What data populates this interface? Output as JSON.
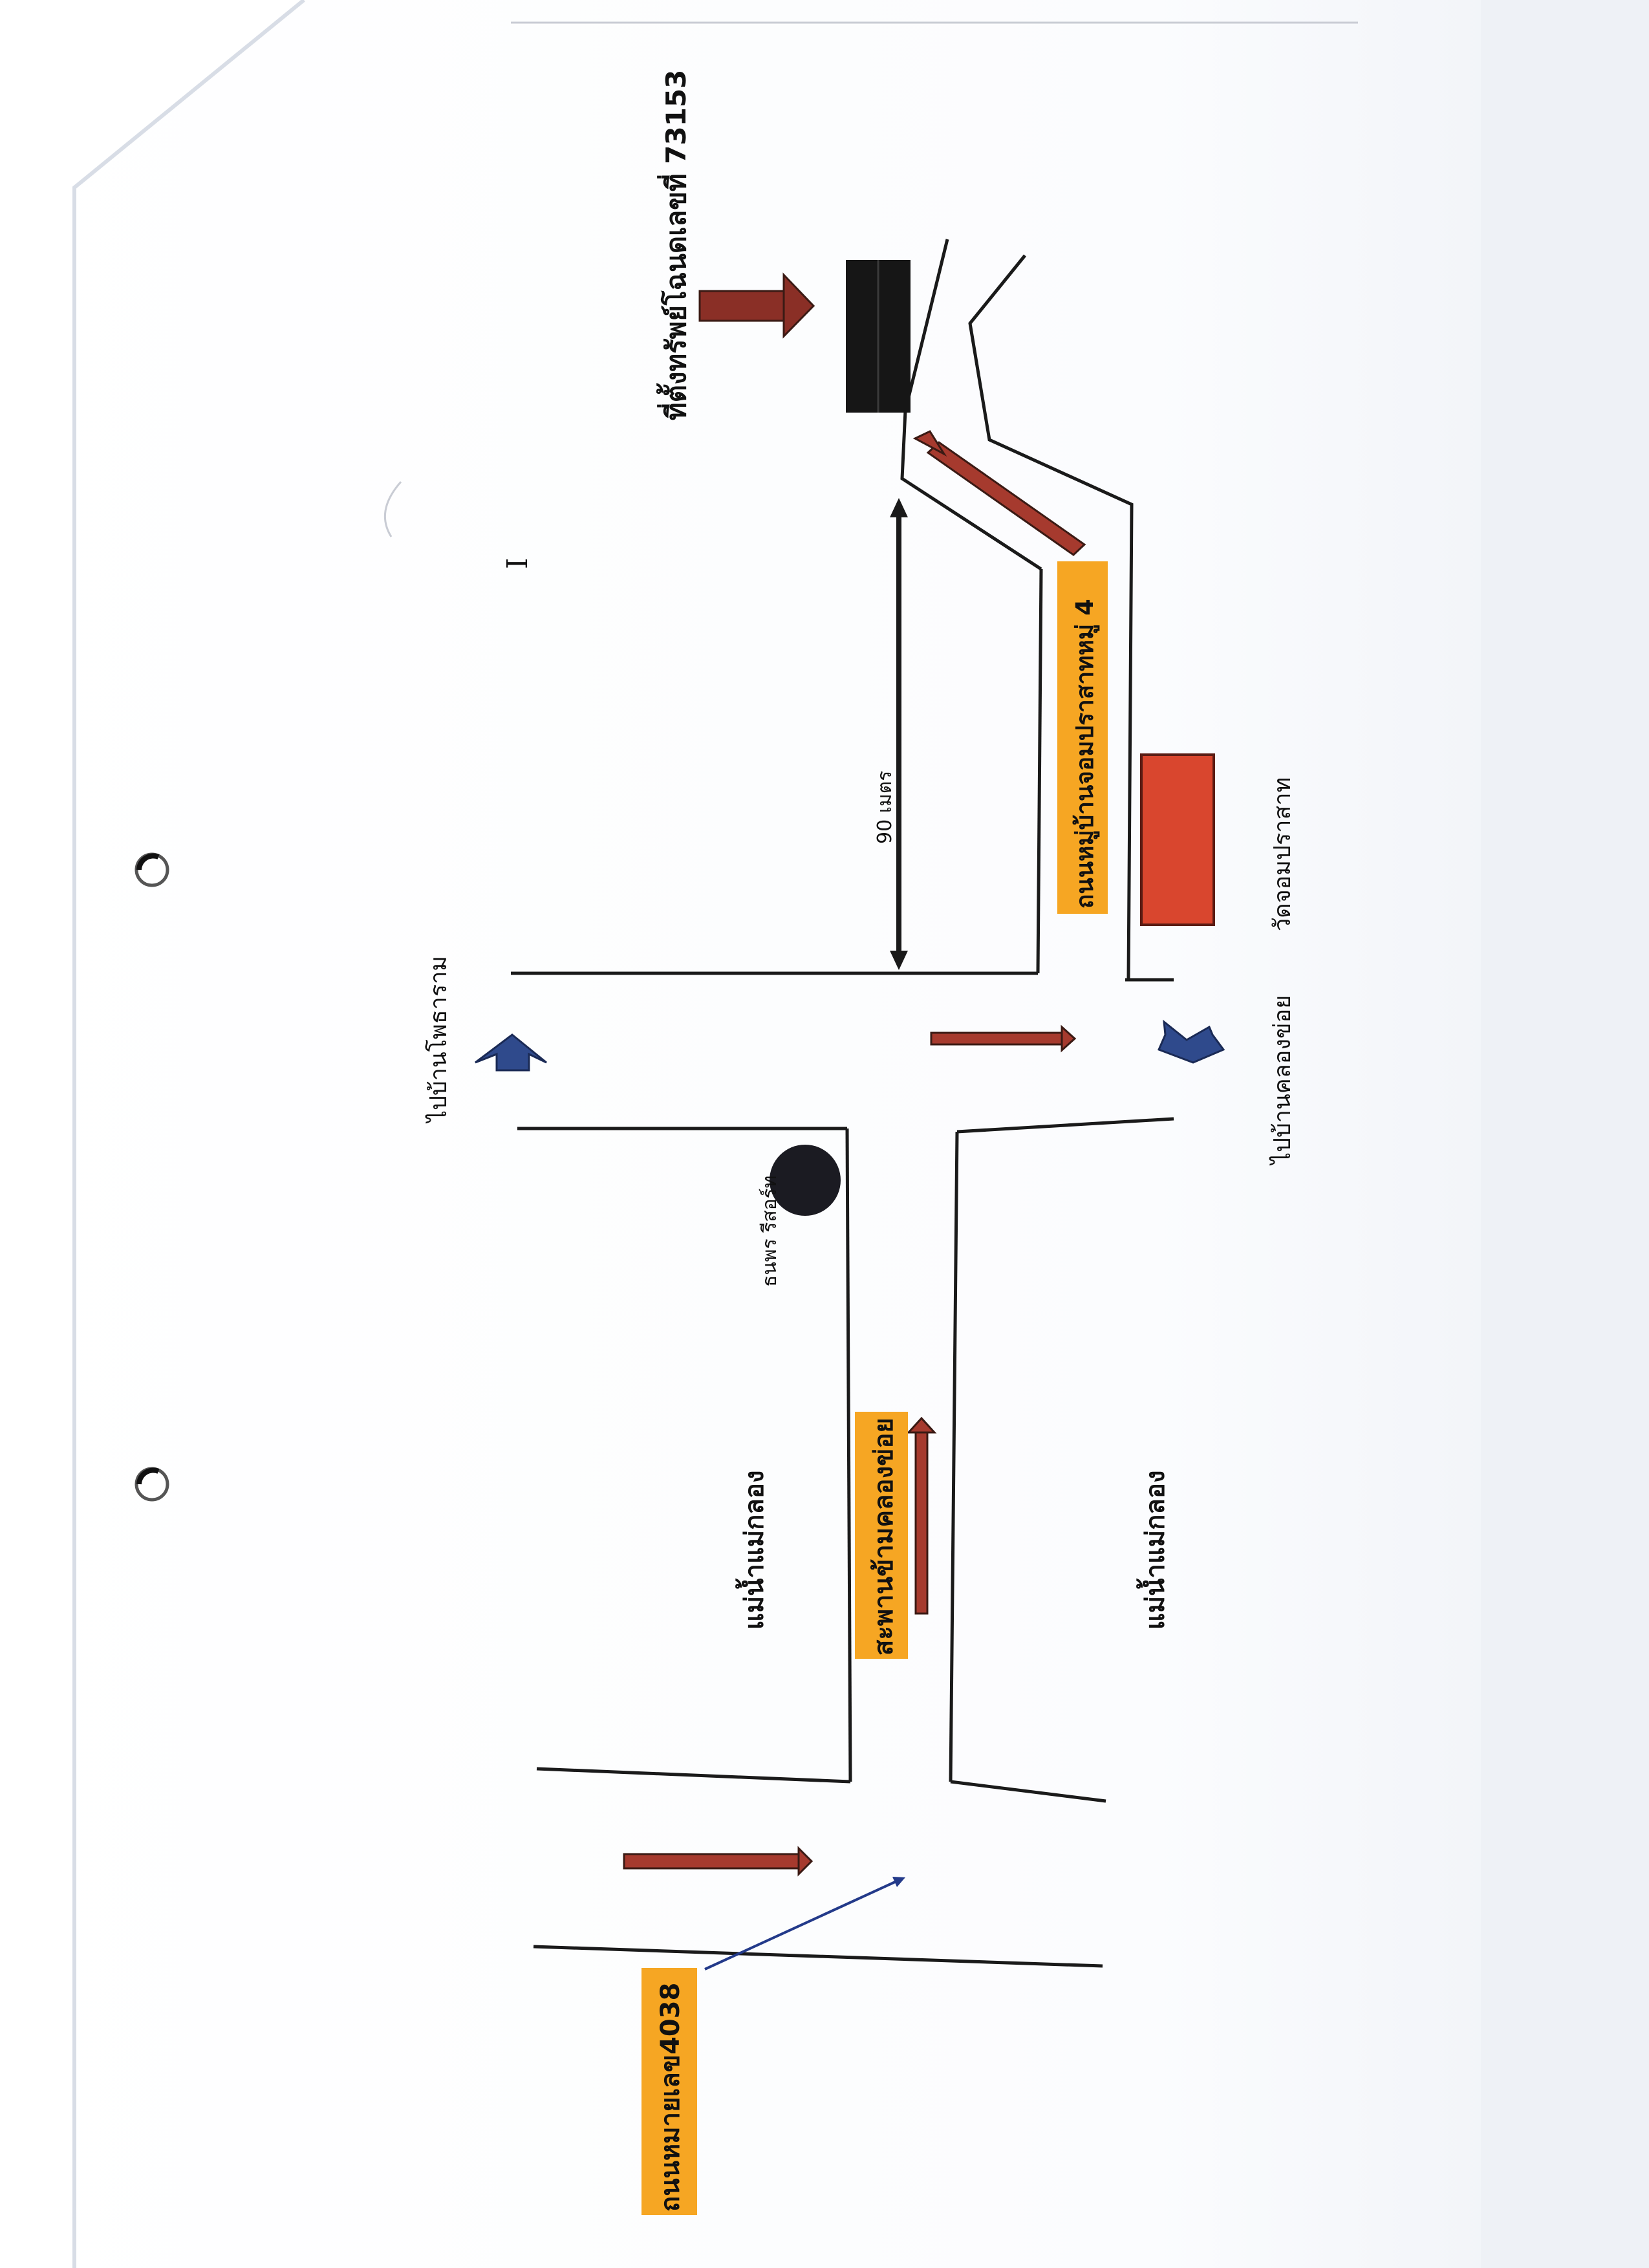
{
  "map": {
    "labels": {
      "route_4038": "ถนนหมายเลข4038",
      "river_west": "แม่น้ำแม่กลอง",
      "river_east": "แม่น้ำแม่กลอง",
      "bridge": "สะพานข้ามคลองข่อย",
      "landmark_resort": "ธนพร รีสอร์ท",
      "to_pho_tharam": "ไปบ้านโพธาราม",
      "to_khlong_khoi": "ไปบ้านคลองข่อย",
      "distance": "90 เมตร",
      "village_road": "ถนนหมู่บ้านจอมปราสาทหมู่ 4",
      "temple": "วัดจอมปราสาท",
      "property": "ที่ตั้งทรัพย์โฉนดเลขที่ 73153",
      "cursor_glyph": "I"
    },
    "colors": {
      "road_line": "#1a1a1a",
      "route_arrow": "#a63a2e",
      "direction_arrow": "#2f4a8c",
      "highlight": "#f6a623",
      "temple_block": "#d9462e",
      "property_block": "#161616",
      "resort_marker": "#1b1b22",
      "page_shadow": "#e7ebf1"
    },
    "icons": {
      "property_marker": "black-building-block",
      "temple_marker": "red-temple-block",
      "resort_marker": "black-circle",
      "route_arrows": "red-arrow",
      "direction_arrows": "blue-arrow"
    }
  }
}
